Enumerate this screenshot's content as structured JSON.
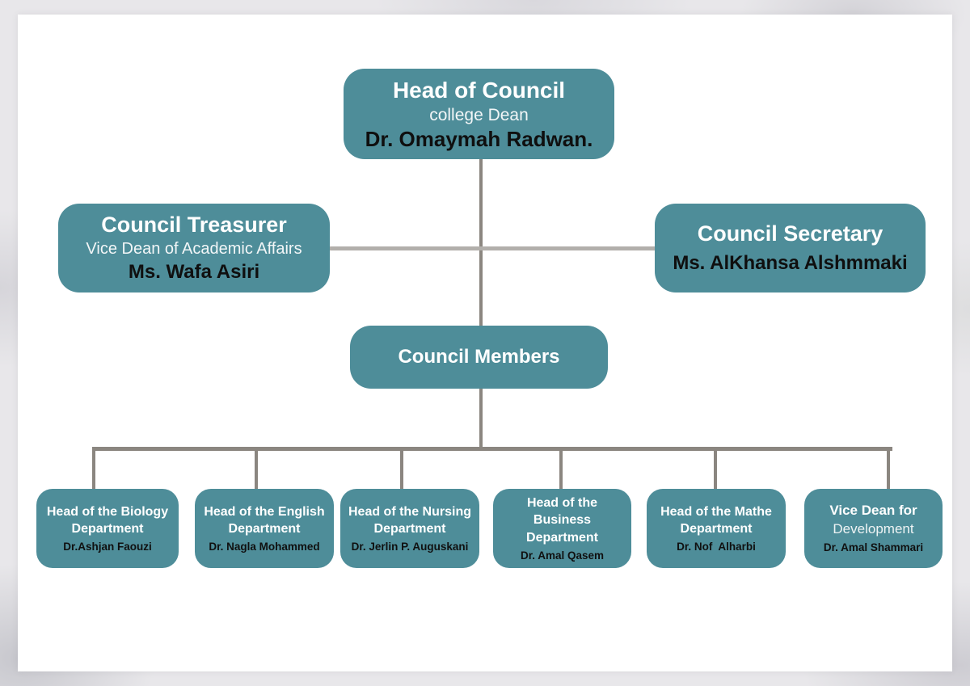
{
  "org_chart": {
    "head": {
      "title": "Head of Council",
      "subtitle": "college Dean",
      "name": "Dr. Omaymah Radwan."
    },
    "treasurer": {
      "title": "Council Treasurer",
      "subtitle": "Vice Dean of Academic Affairs",
      "name": "Ms. Wafa Asiri"
    },
    "secretary": {
      "title": "Council Secretary",
      "name": "Ms. AlKhansa Alshmmaki"
    },
    "members": {
      "title": "Council Members"
    },
    "departments": [
      {
        "title": "Head of the Biology\nDepartment",
        "name": "Dr.Ashjan Faouzi"
      },
      {
        "title": "Head of the English\nDepartment",
        "name": "Dr. Nagla Mohammed"
      },
      {
        "title": "Head of the Nursing\nDepartment",
        "name": "Dr. Jerlin P. Auguskani"
      },
      {
        "title": "Head of the Business\nDepartment",
        "name": "Dr. Amal Qasem"
      },
      {
        "title": "Head of the Mathe\nDepartment",
        "name": "Dr. Nof  Alharbi"
      }
    ],
    "vice_dean": {
      "title": "Vice Dean for",
      "subtitle": "Development",
      "name": "Dr. Amal Shammari"
    },
    "colors": {
      "node_fill": "#4E8D99",
      "connector": "#8B8680",
      "connector_light": "#B2AFAB",
      "title_text": "#FFFFFF",
      "name_text": "#0F0F0F",
      "canvas": "#FFFFFF",
      "frame": "#E8E7EA"
    }
  }
}
